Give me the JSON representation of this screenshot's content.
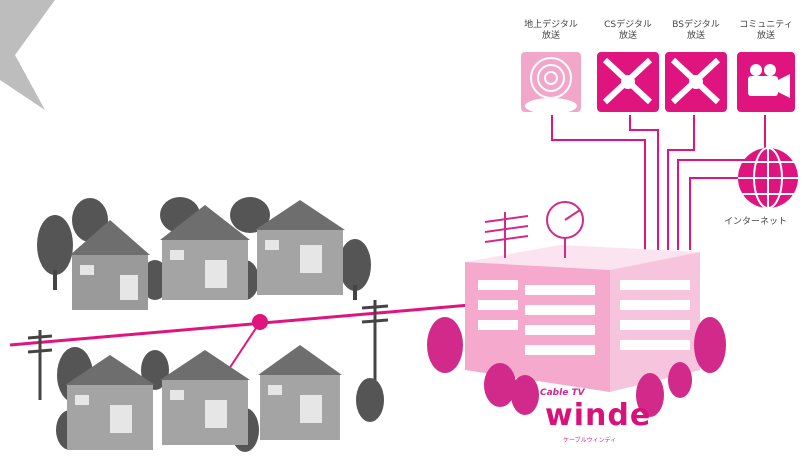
{
  "sources": [
    {
      "label": "地上デジタル\n放送",
      "icon": "terrestrial-tower-icon"
    },
    {
      "label": "CSデジタル\n放送",
      "icon": "cs-satellite-icon"
    },
    {
      "label": "BSデジタル\n放送",
      "icon": "bs-satellite-icon"
    },
    {
      "label": "コミュニティ\n放送",
      "icon": "community-camera-icon"
    }
  ],
  "internet": {
    "label": "インターネット",
    "icon": "globe-icon"
  },
  "logo": {
    "small": "Cable TV",
    "main": "winde",
    "kana": "ケーブルウィンディ"
  },
  "colors": {
    "accent": "#e0147e",
    "accent_light": "#f7b6d6",
    "house_gray": "#8c8c8c",
    "tree_gray": "#555555"
  }
}
